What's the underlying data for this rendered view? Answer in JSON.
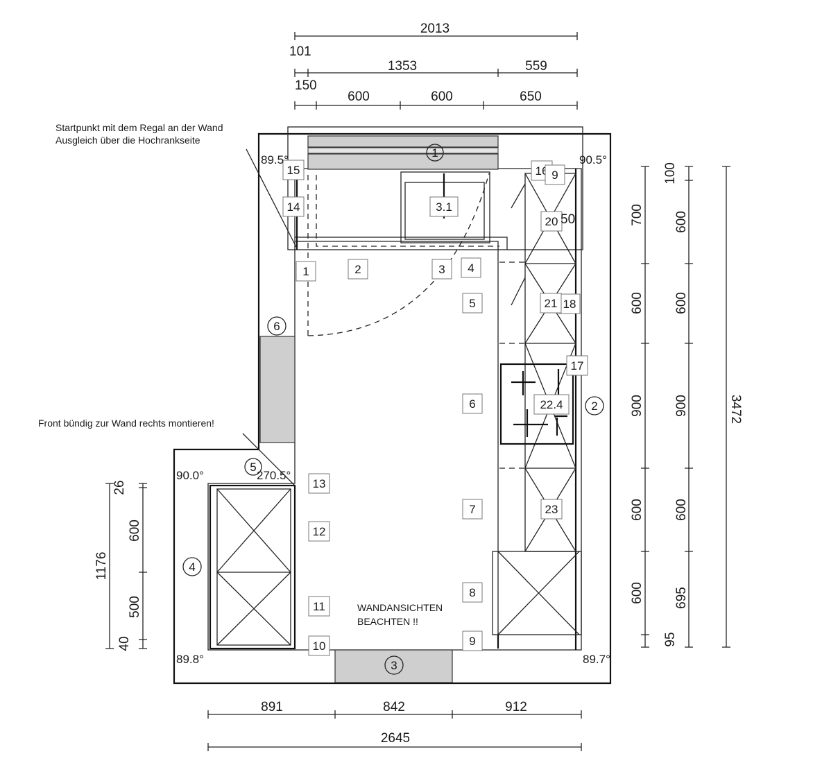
{
  "notes": {
    "start_line1": "Startpunkt mit dem Regal an der Wand",
    "start_line2": "Ausgleich über die Hochrankseite",
    "front": "Front bündig zur Wand rechts montieren!",
    "wall_line1": "WANDANSICHTEN",
    "wall_line2": "BEACHTEN !!"
  },
  "angles": {
    "tl": "89.5°",
    "tr": "90.5°",
    "ml": "90.0°",
    "mc": "270.5°",
    "bl": "89.8°",
    "br": "89.7°"
  },
  "walls": {
    "w1": "1",
    "w2": "2",
    "w3": "3",
    "w4": "4",
    "w5": "5",
    "w6": "6"
  },
  "dims_top": {
    "total": "2013",
    "offset": "101",
    "d1353": "1353",
    "d559": "559",
    "offset2": "150",
    "a": "600",
    "b": "600",
    "c": "650"
  },
  "dims_right1": {
    "a": "700",
    "b": "600",
    "c": "900",
    "d": "600",
    "e": "600",
    "f": "95"
  },
  "dims_right2": {
    "a": "100",
    "b": "600",
    "c": "600",
    "d": "900",
    "e": "600",
    "f": "695"
  },
  "dims_right_total": "3472",
  "dims_left": {
    "total": "1176",
    "a": "26",
    "b": "600",
    "c": "500",
    "d": "40"
  },
  "dims_bottom": {
    "a": "891",
    "b": "842",
    "c": "912",
    "total": "2645"
  },
  "extra_dim": "50",
  "cabinets": [
    "1",
    "2",
    "3",
    "4",
    "5",
    "6",
    "7",
    "8",
    "9",
    "10",
    "11",
    "12",
    "13",
    "14",
    "15",
    "16",
    "9",
    "17",
    "18",
    "20",
    "21",
    "22.4",
    "23",
    "3.1"
  ]
}
